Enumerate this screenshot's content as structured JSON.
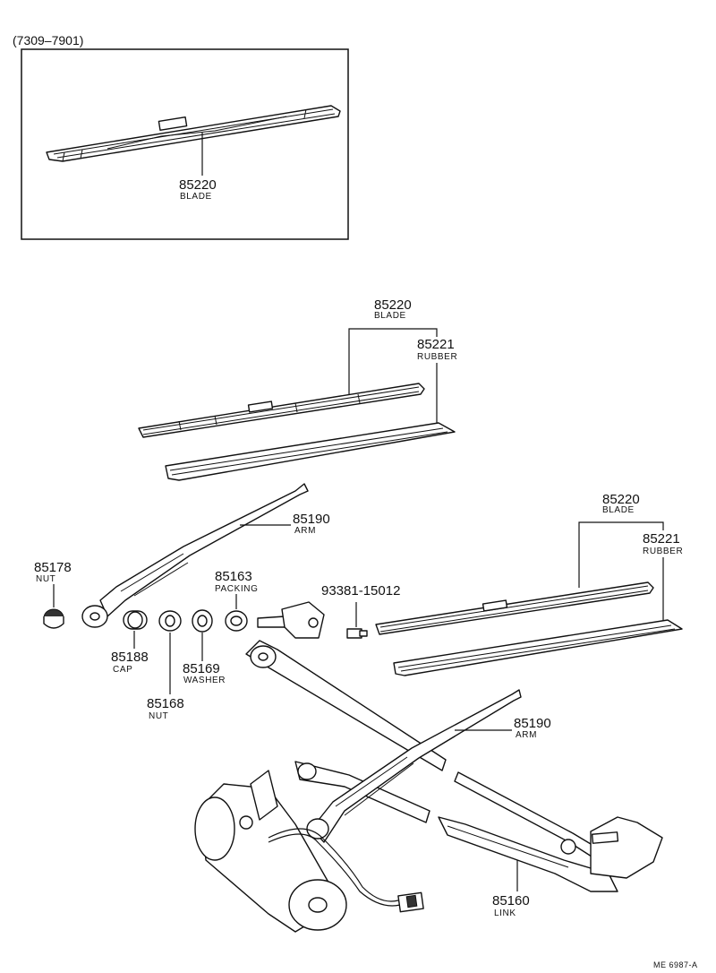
{
  "inset": {
    "range_label": "(7309–7901)"
  },
  "callouts": {
    "inset_blade": {
      "number": "85220",
      "name": "BLADE"
    },
    "blade_1": {
      "number": "85220",
      "name": "BLADE"
    },
    "rubber_1": {
      "number": "85221",
      "name": "RUBBER"
    },
    "arm_1": {
      "number": "85190",
      "name": "ARM"
    },
    "nut_85178": {
      "number": "85178",
      "name": "NUT"
    },
    "packing": {
      "number": "85163",
      "name": "PACKING"
    },
    "bolt": {
      "number": "93381-15012",
      "name": ""
    },
    "blade_2": {
      "number": "85220",
      "name": "BLADE"
    },
    "rubber_2": {
      "number": "85221",
      "name": "RUBBER"
    },
    "cap": {
      "number": "85188",
      "name": "CAP"
    },
    "washer": {
      "number": "85169",
      "name": "WASHER"
    },
    "nut_85168": {
      "number": "85168",
      "name": "NUT"
    },
    "arm_2": {
      "number": "85190",
      "name": "ARM"
    },
    "link": {
      "number": "85160",
      "name": "LINK"
    }
  },
  "footer": {
    "code": "ME 6987-A"
  }
}
